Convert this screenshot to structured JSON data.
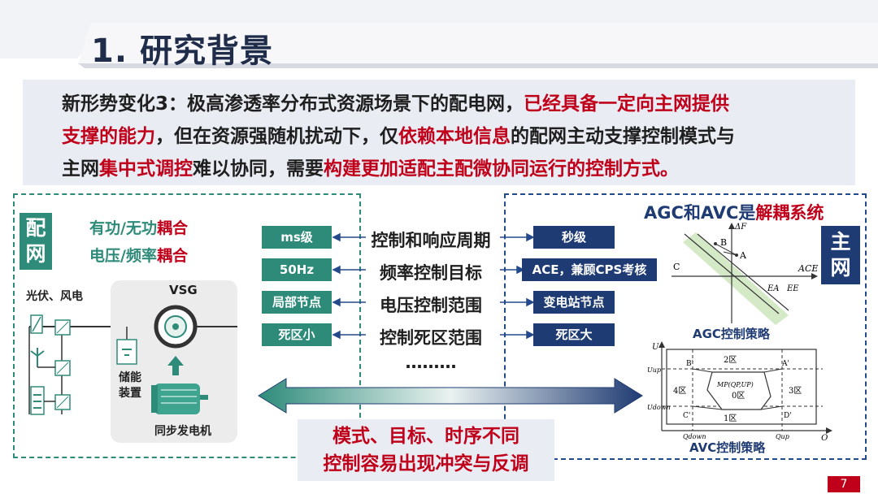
{
  "header": {
    "title": "1. 研究背景"
  },
  "summary": {
    "line1_a": "新形势变化3：极高渗透率分布式资源场景下的配电网，",
    "line1_b": "已经具备一定向主网提供",
    "line2_a": "支撑的能力",
    "line2_b": "，但在资源强随机扰动下，仅",
    "line2_c": "依赖本地信息",
    "line2_d": "的配网主动支撑控制模式与",
    "line3_a": "主网",
    "line3_b": "集中式调控",
    "line3_c": "难以协同，需要",
    "line3_d": "构建更加适配主配微协同运行的控制方式。"
  },
  "left_panel": {
    "badge": [
      "配",
      "网"
    ],
    "coupling1_a": "有功/无功",
    "coupling1_b": "耦合",
    "coupling2_a": "电压/频率",
    "coupling2_b": "耦合",
    "pv_wind": "光伏、风电",
    "vsg": "VSG",
    "storage": [
      "储能",
      "装置"
    ],
    "generator": "同步发电机"
  },
  "comparison": {
    "rows": [
      {
        "left": "ms级",
        "center": "控制和响应周期",
        "right": "秒级"
      },
      {
        "left": "50Hz",
        "center": "频率控制目标",
        "right": "ACE，兼顾CPS考核"
      },
      {
        "left": "局部节点",
        "center": "电压控制范围",
        "right": "变电站节点"
      },
      {
        "left": "死区小",
        "center": "控制死区范围",
        "right": "死区大"
      }
    ],
    "ellipsis": "………",
    "conflict": [
      "模式、目标、时序不同",
      "控制容易出现冲突与反调"
    ]
  },
  "right_panel": {
    "badge": [
      "主",
      "网"
    ],
    "title_a": "AGC和AVC是",
    "title_b": "解耦系统",
    "agc_caption": "AGC控制策略",
    "avc_caption": "AVC控制策略",
    "agc_labels": {
      "df": "ΔF",
      "ace": "ACE",
      "a": "A",
      "b": "B",
      "c": "C",
      "ea": "EA",
      "ee": "EE"
    },
    "avc_labels": {
      "u": "U",
      "q": "Q",
      "uup": "Uup",
      "udown": "Udown",
      "qdown": "Qdown",
      "qup": "Qup",
      "z0": "0区",
      "z1": "1区",
      "z2": "2区",
      "z3": "3区",
      "z4": "4区",
      "a": "A'",
      "b": "B'",
      "c": "C'",
      "d": "D'",
      "mp": "MP(QP,UP)"
    }
  },
  "colors": {
    "green": "#2e8b7a",
    "navy": "#1f3b73",
    "red": "#c0001a",
    "panel": "#eaecf3"
  },
  "page_number": "7"
}
